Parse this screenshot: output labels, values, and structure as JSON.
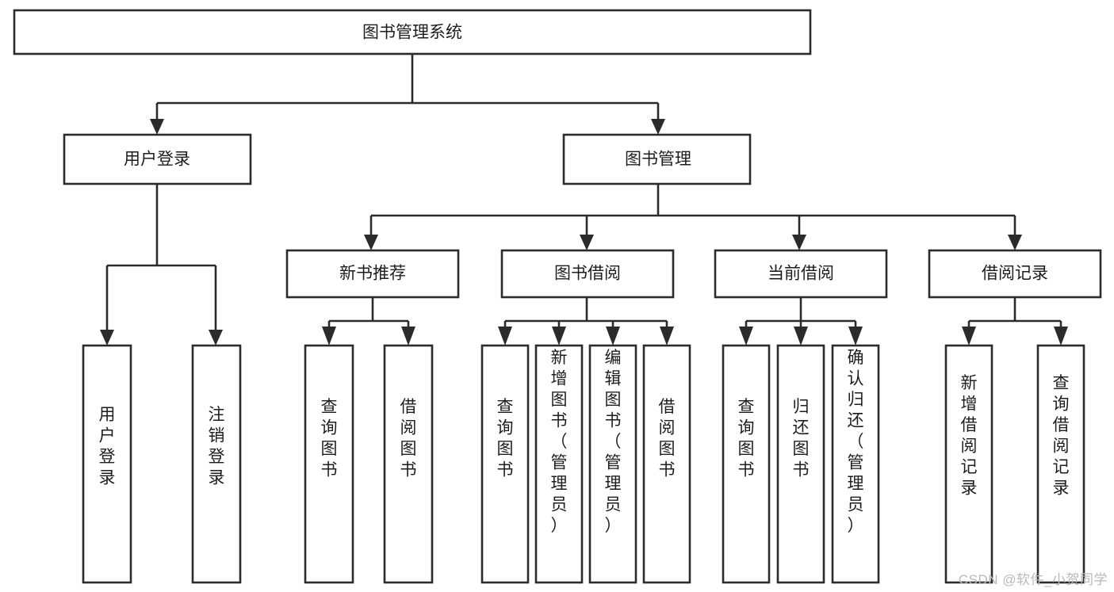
{
  "diagram": {
    "type": "tree",
    "title": "图书管理系统",
    "orientation": "top-down",
    "background_color": "#ffffff",
    "box_stroke_color": "#2b2b2b",
    "box_fill_color": "#ffffff",
    "text_color": "#1d1d1d",
    "connector_style": "orthogonal-with-arrowheads"
  },
  "nodes": {
    "root": {
      "label": "图书管理系统",
      "level": 1
    },
    "level2": [
      {
        "id": "user-login",
        "label": "用户登录"
      },
      {
        "id": "book-manage",
        "label": "图书管理"
      }
    ],
    "level3": [
      {
        "id": "new-book-recommend",
        "label": "新书推荐"
      },
      {
        "id": "book-borrow",
        "label": "图书借阅"
      },
      {
        "id": "current-borrow",
        "label": "当前借阅"
      },
      {
        "id": "borrow-record",
        "label": "借阅记录"
      }
    ],
    "leaves": {
      "user-login": [
        {
          "id": "leaf-user-login",
          "label": "用户登录"
        },
        {
          "id": "leaf-logout-login",
          "label": "注销登录"
        }
      ],
      "new-book-recommend": [
        {
          "id": "leaf-query-book-1",
          "label": "查询图书"
        },
        {
          "id": "leaf-borrow-book-1",
          "label": "借阅图书"
        }
      ],
      "book-borrow": [
        {
          "id": "leaf-query-book-2",
          "label": "查询图书"
        },
        {
          "id": "leaf-add-book",
          "label": "新增图书（管理员）"
        },
        {
          "id": "leaf-edit-book",
          "label": "编辑图书（管理员）"
        },
        {
          "id": "leaf-borrow-book-2",
          "label": "借阅图书"
        }
      ],
      "current-borrow": [
        {
          "id": "leaf-query-book-3",
          "label": "查询图书"
        },
        {
          "id": "leaf-return-book",
          "label": "归还图书"
        },
        {
          "id": "leaf-confirm-return",
          "label": "确认归还（管理员）"
        }
      ],
      "borrow-record": [
        {
          "id": "leaf-add-record",
          "label": "新增借阅记录"
        },
        {
          "id": "leaf-query-record",
          "label": "查询借阅记录"
        }
      ]
    }
  },
  "watermark": {
    "text": "CSDN @软件_小贺同学",
    "color": "#b9b9b9"
  }
}
